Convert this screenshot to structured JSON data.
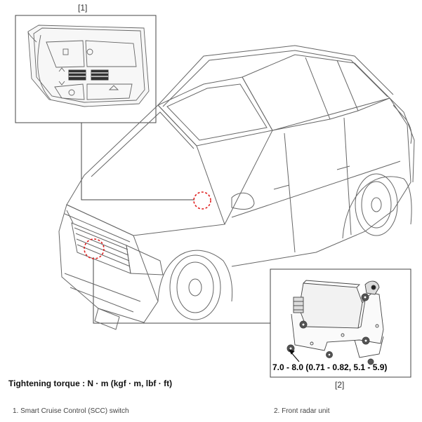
{
  "callouts": {
    "label_1": "[1]",
    "label_2": "[2]"
  },
  "torque_value": "7.0 - 8.0 (0.71 - 0.82, 5.1 - 5.9)",
  "caption": "Tightening torque : N · m (kgf · m, lbf · ft)",
  "parts": [
    "1. Smart Cruise Control (SCC) switch",
    "2. Front radar unit"
  ],
  "colors": {
    "line": "#555555",
    "highlight": "#e02020"
  }
}
